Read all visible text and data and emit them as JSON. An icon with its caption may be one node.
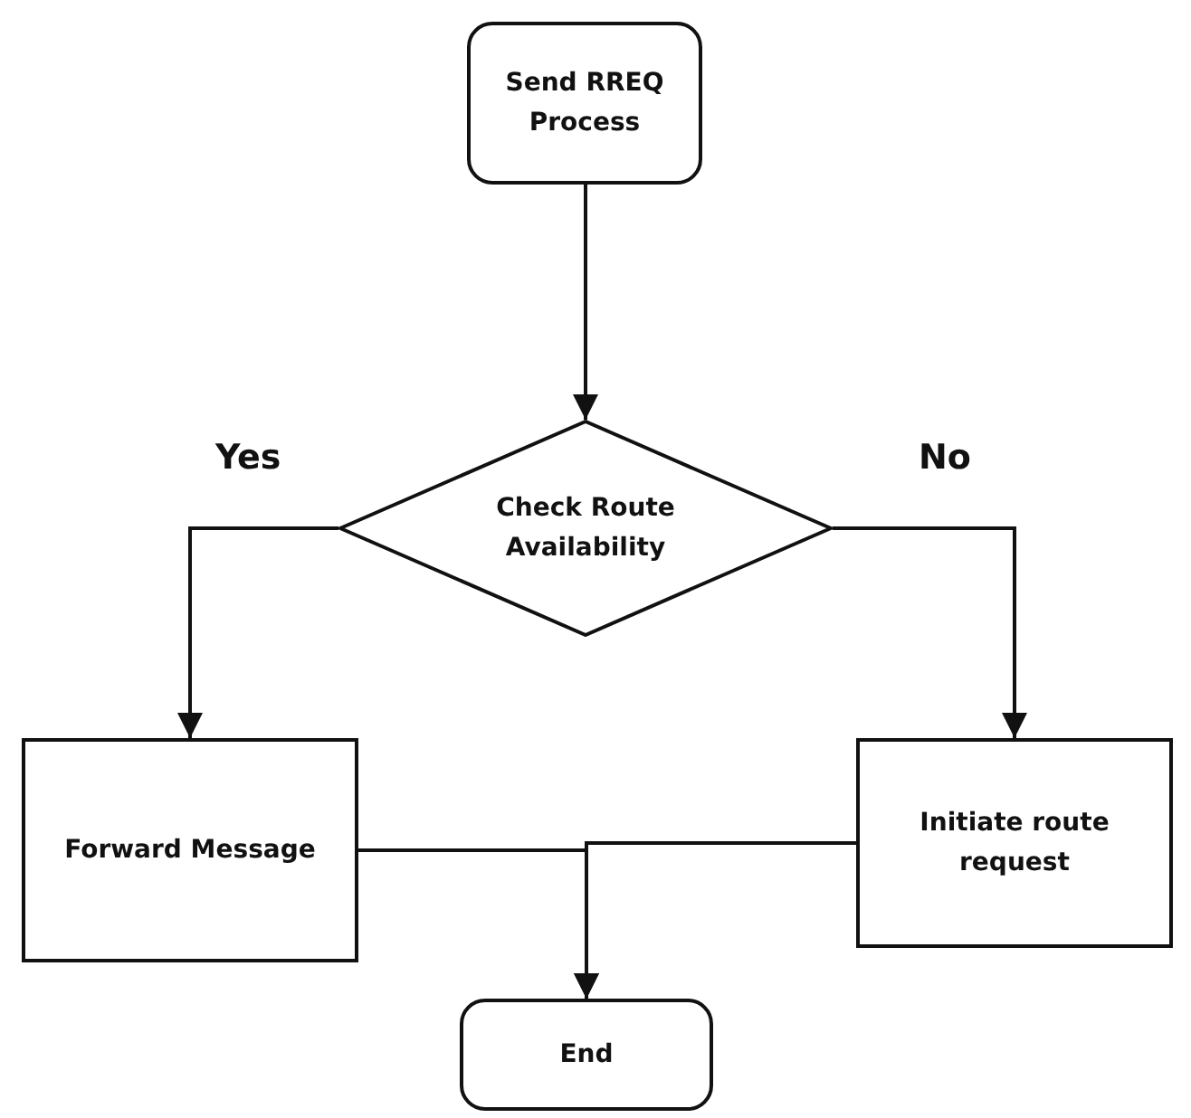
{
  "diagram": {
    "nodes": [
      {
        "text": [
          "Send RREQ Process"
        ]
      },
      {
        "text": [
          "Check Route Availability"
        ]
      },
      {
        "text": [
          "Forward Message"
        ]
      },
      {
        "text": [
          "Initiate route request"
        ]
      },
      {
        "text": [
          "End"
        ]
      }
    ],
    "edges": [
      {
        "from": 0,
        "to": 1,
        "arrow": "to"
      },
      {
        "from": 1,
        "to": 2,
        "arrow": "to",
        "label": "Yes"
      },
      {
        "from": 1,
        "to": 3,
        "arrow": "to",
        "label": "No"
      },
      {
        "from": 2,
        "to": 4,
        "arrow": "to"
      },
      {
        "from": 3,
        "to": 4,
        "arrow": "to"
      }
    ]
  }
}
